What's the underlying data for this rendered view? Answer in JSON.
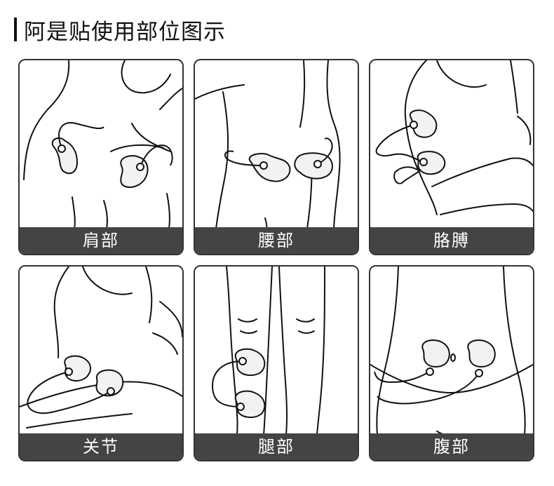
{
  "title": "阿是贴使用部位图示",
  "cards": [
    {
      "label": "肩部",
      "icon": "shoulder-illustration"
    },
    {
      "label": "腰部",
      "icon": "waist-illustration"
    },
    {
      "label": "胳膊",
      "icon": "arm-illustration"
    },
    {
      "label": "关节",
      "icon": "joint-illustration"
    },
    {
      "label": "腿部",
      "icon": "leg-illustration"
    },
    {
      "label": "腹部",
      "icon": "abdomen-illustration"
    }
  ]
}
